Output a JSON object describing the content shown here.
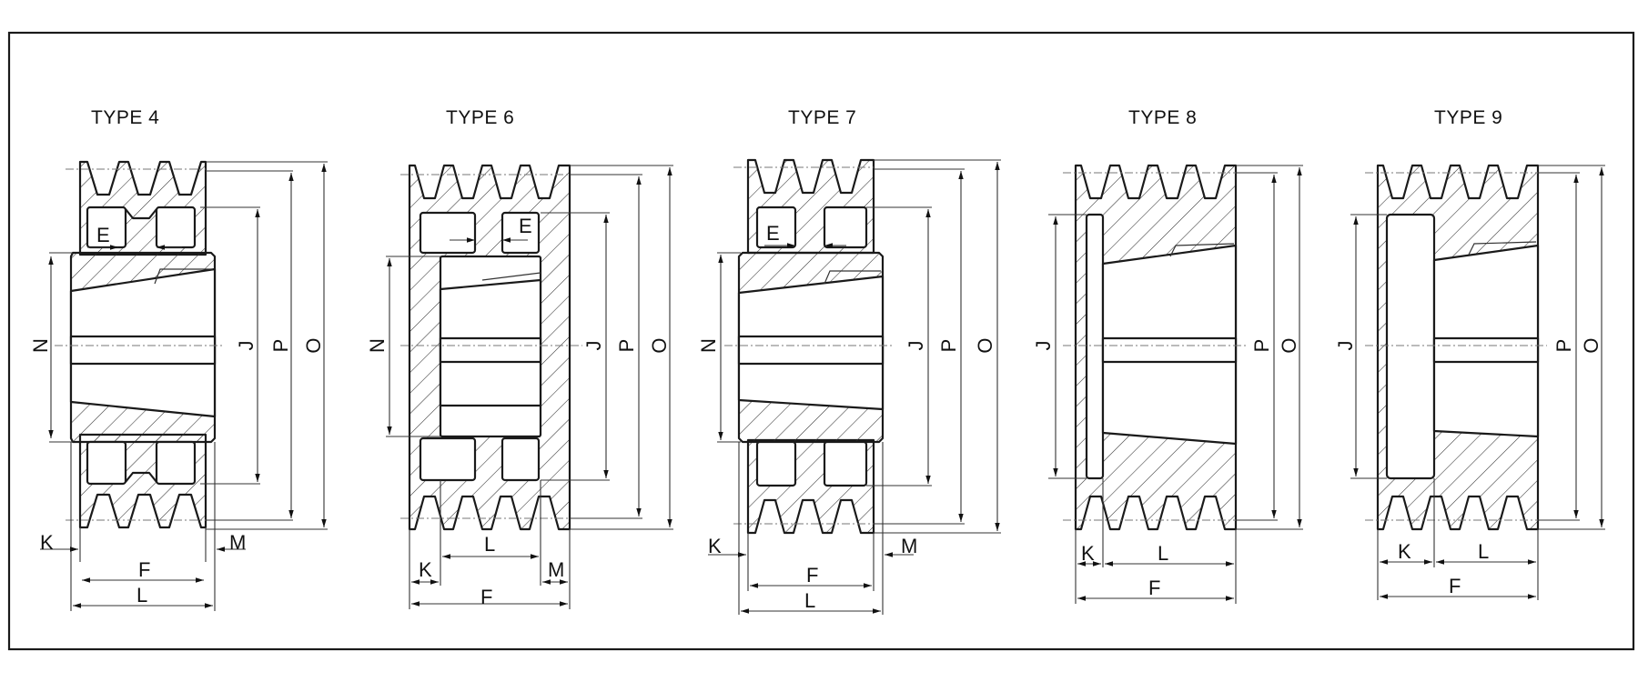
{
  "title_type4": "TYPE 4",
  "title_type6": "TYPE 6",
  "title_type7": "TYPE 7",
  "title_type8": "TYPE 8",
  "title_type9": "TYPE 9",
  "labels": {
    "E": "E",
    "F": "F",
    "J": "J",
    "K": "K",
    "L": "L",
    "M": "M",
    "N": "N",
    "O": "O",
    "P": "P"
  }
}
